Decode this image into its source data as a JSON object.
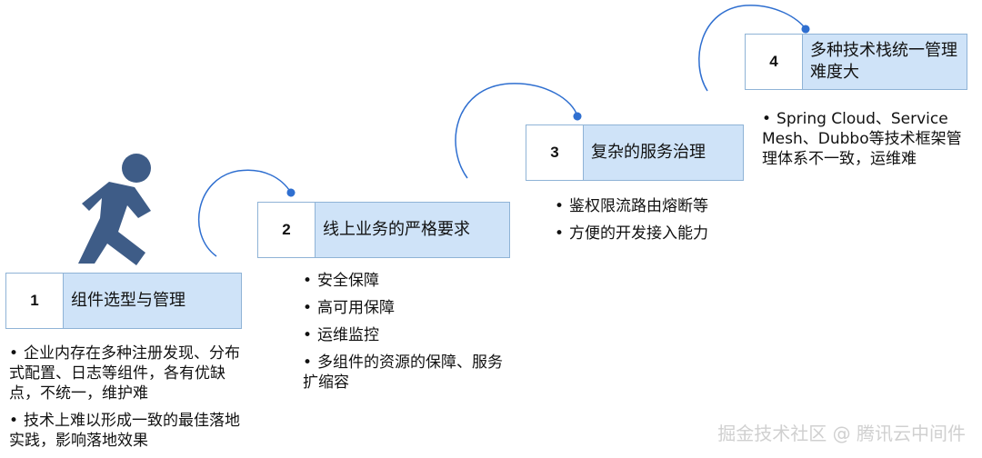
{
  "steps": [
    {
      "num": "1",
      "title": "组件选型与管理",
      "bullets": [
        "企业内存在多种注册发现、分布式配置、日志等组件，各有优缺点，不统一，维护难",
        "技术上难以形成一致的最佳落地实践，影响落地效果"
      ]
    },
    {
      "num": "2",
      "title": "线上业务的严格要求",
      "bullets": [
        "安全保障",
        "高可用保障",
        "运维监控",
        "多组件的资源的保障、服务扩缩容"
      ]
    },
    {
      "num": "3",
      "title": "复杂的服务治理",
      "bullets": [
        "鉴权限流路由熔断等",
        "方便的开发接入能力"
      ]
    },
    {
      "num": "4",
      "title": "多种技术栈统一管理难度大",
      "bullets": [
        "Spring Cloud、Service Mesh、Dubbo等技术框架管理体系不一致，运维难"
      ]
    }
  ],
  "bullet_symbol": "•",
  "watermark": "掘金技术社区 @ 腾讯云中间件",
  "colors": {
    "box_fill": "#cfe3f8",
    "box_border": "#8fb3d6",
    "arrow": "#2f6fd0",
    "runner": "#3e5c87"
  },
  "icons": [
    "runner-icon",
    "curved-arrow-icon"
  ]
}
